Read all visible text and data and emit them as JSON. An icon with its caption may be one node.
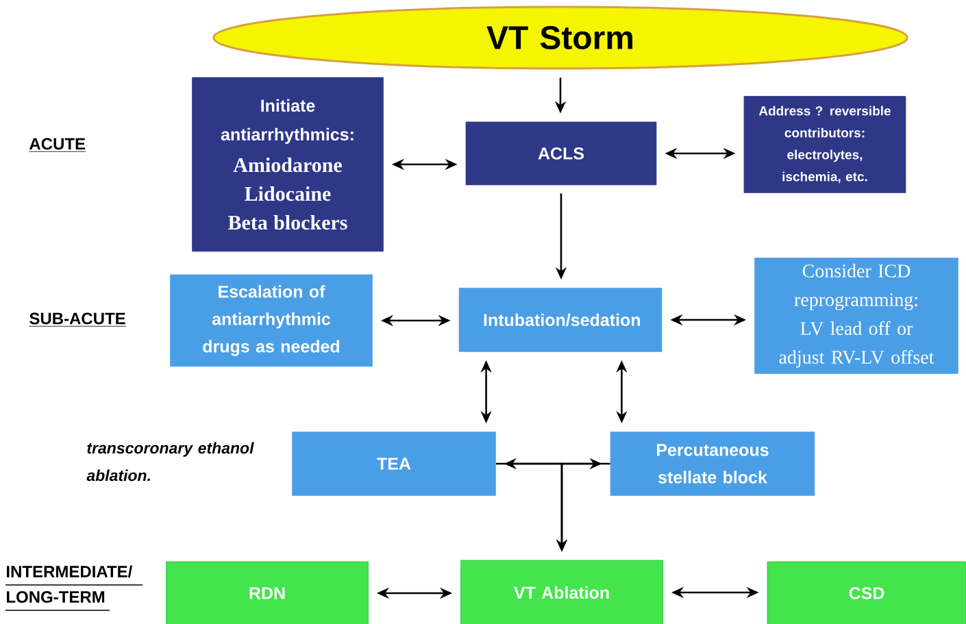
{
  "diagram": {
    "nodes": [
      {
        "text": [
          "VT Storm"
        ]
      },
      {
        "text": [
          "Initiate antiarrhythmics:",
          "Amiodarone Lidocaine Beta blockers"
        ]
      },
      {
        "text": [
          "ACLS"
        ]
      },
      {
        "text": [
          "Address ? reversible contributors: electrolytes, ischemia, etc."
        ]
      },
      {
        "text": [
          "Escalation of antiarrhythmic drugs as needed"
        ]
      },
      {
        "text": [
          "Intubation/sedation"
        ]
      },
      {
        "text": [
          "Consider ICD reprogramming: LV lead off or adjust RV-LV offset"
        ]
      },
      {
        "text": [
          "TEA"
        ]
      },
      {
        "text": [
          "Percutaneous stellate block"
        ]
      },
      {
        "text": [
          "RDN"
        ]
      },
      {
        "text": [
          "VT Ablation"
        ]
      },
      {
        "text": [
          "CSD"
        ]
      }
    ],
    "edges": [
      {
        "from": 0,
        "to": 2,
        "arrow": "to"
      },
      {
        "from": 1,
        "to": 2,
        "arrow": "both"
      },
      {
        "from": 2,
        "to": 3,
        "arrow": "both"
      },
      {
        "from": 2,
        "to": 5,
        "arrow": "to"
      },
      {
        "from": 4,
        "to": 5,
        "arrow": "both"
      },
      {
        "from": 5,
        "to": 6,
        "arrow": "both"
      },
      {
        "from": 5,
        "to": 7,
        "arrow": "both"
      },
      {
        "from": 5,
        "to": 8,
        "arrow": "both"
      },
      {
        "from": 7,
        "to": 8,
        "arrow": "both"
      },
      {
        "from": 7,
        "to": 10,
        "arrow": "to"
      },
      {
        "from": 8,
        "to": 10,
        "arrow": "to"
      },
      {
        "from": 9,
        "to": 10,
        "arrow": "both"
      },
      {
        "from": 10,
        "to": 11,
        "arrow": "both"
      }
    ],
    "labels": [
      "ACUTE",
      "SUB-ACUTE",
      "transcoronary ethanol ablation.",
      "INTERMEDIATE/ LONG-TERM"
    ]
  }
}
